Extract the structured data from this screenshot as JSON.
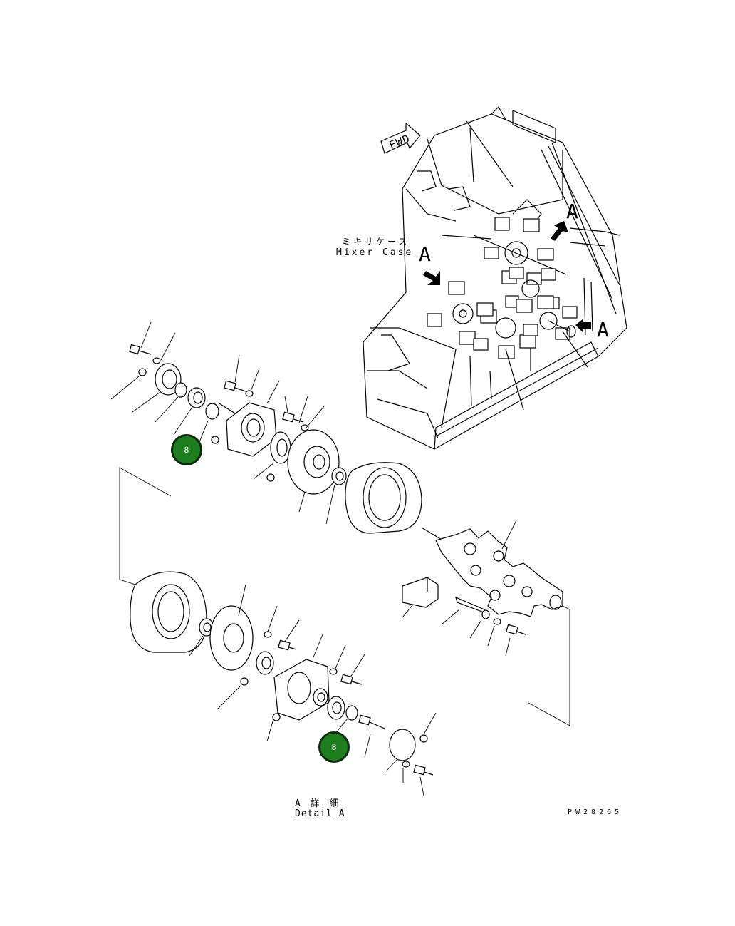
{
  "labels": {
    "fwd": "FWD",
    "section_a_1": "A",
    "section_a_2": "A",
    "section_a_3": "A",
    "mixer_case_jp": "ミキサケース",
    "mixer_case_en": "Mixer Case",
    "detail_jp": "A 詳 細",
    "detail_en": "Detail A",
    "drawing_number": "PW28265"
  },
  "callouts": [
    {
      "id": "callout-upper",
      "number": "8"
    },
    {
      "id": "callout-lower",
      "number": "8"
    }
  ]
}
